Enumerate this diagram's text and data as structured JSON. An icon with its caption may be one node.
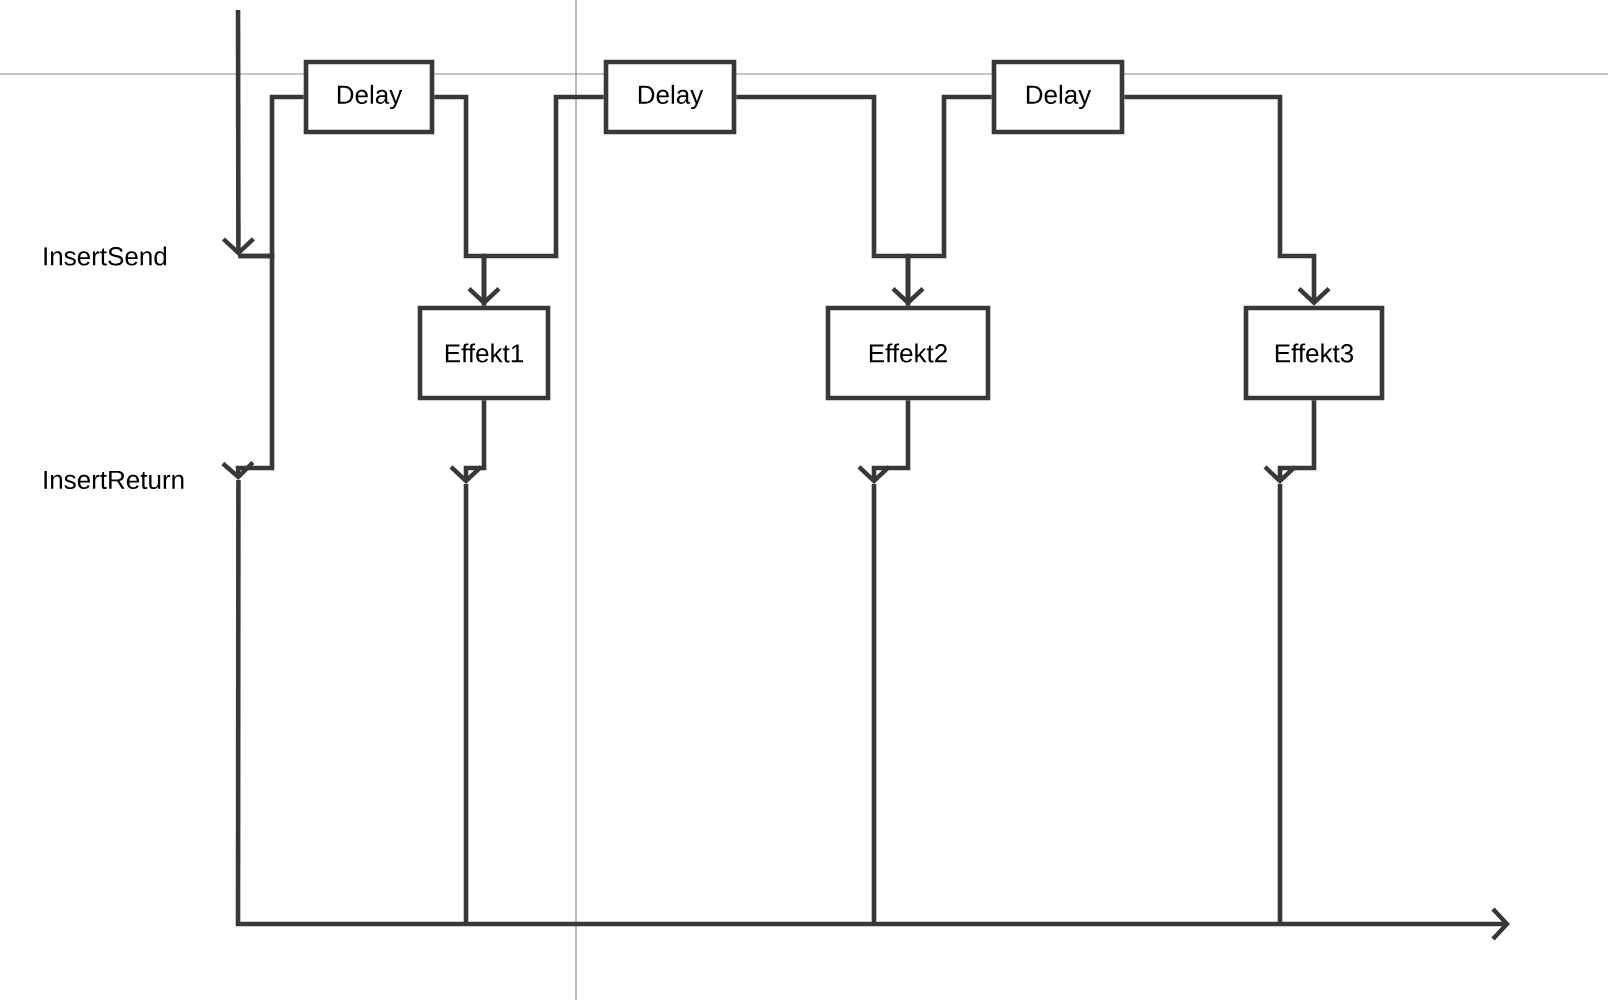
{
  "diagram": {
    "nodes": [
      {
        "text": [
          "Delay"
        ]
      },
      {
        "text": [
          "Delay"
        ]
      },
      {
        "text": [
          "Delay"
        ]
      },
      {
        "text": [
          "InsertSend"
        ]
      },
      {
        "text": [
          "Effekt1"
        ]
      },
      {
        "text": [
          "Effekt2"
        ]
      },
      {
        "text": [
          "Effekt3"
        ]
      },
      {
        "text": [
          "InsertReturn"
        ]
      }
    ],
    "edges": [
      {
        "from": null,
        "to": 3,
        "arrow": "to"
      },
      {
        "from": 3,
        "to": 0,
        "arrow": "none"
      },
      {
        "from": 3,
        "to": 7,
        "arrow": "to"
      },
      {
        "from": 0,
        "to": 4,
        "arrow": "to"
      },
      {
        "from": 1,
        "to": 4,
        "arrow": "none"
      },
      {
        "from": 1,
        "to": 5,
        "arrow": "to"
      },
      {
        "from": 2,
        "to": 5,
        "arrow": "none"
      },
      {
        "from": 2,
        "to": 6,
        "arrow": "to"
      },
      {
        "from": 4,
        "to": null,
        "arrow": "to"
      },
      {
        "from": 5,
        "to": null,
        "arrow": "to"
      },
      {
        "from": 6,
        "to": null,
        "arrow": "to"
      },
      {
        "from": 7,
        "to": null,
        "arrow": "to"
      }
    ]
  }
}
